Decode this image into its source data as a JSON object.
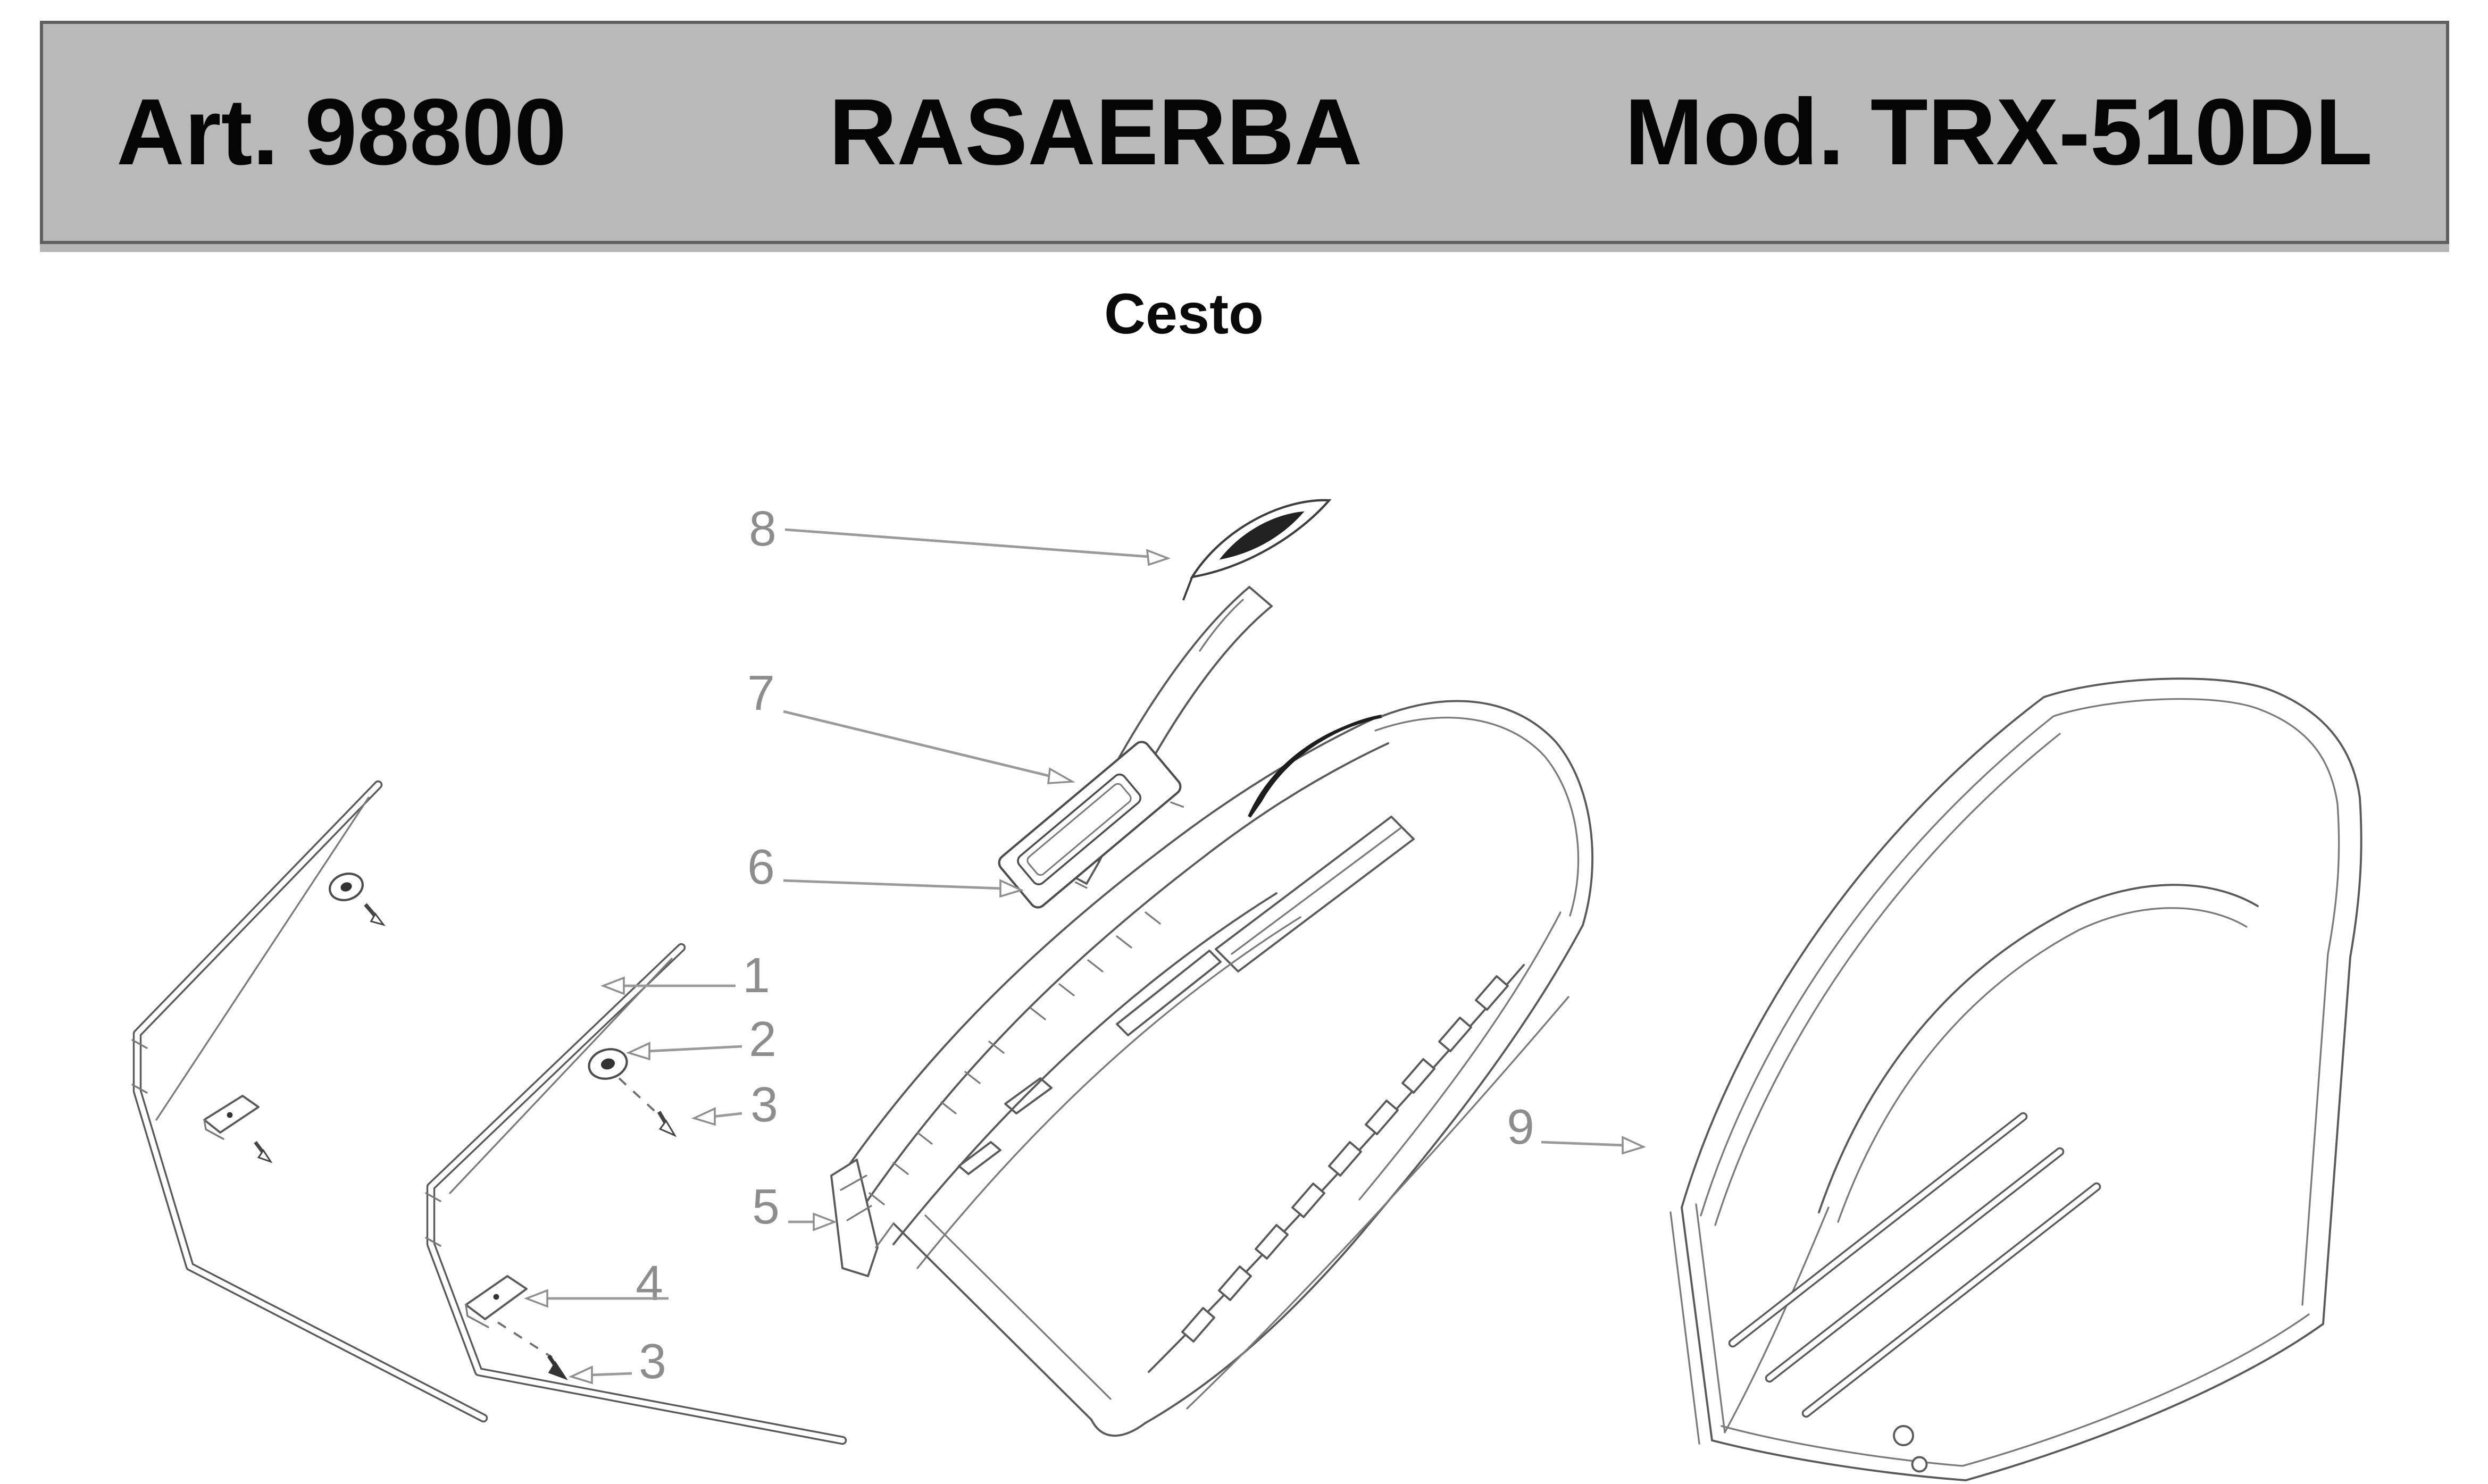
{
  "header": {
    "article": "Art. 98800",
    "product": "RASAERBA",
    "model": "Mod. TRX-510DL"
  },
  "subtitle": "Cesto",
  "callouts": [
    {
      "label": "8"
    },
    {
      "label": "7"
    },
    {
      "label": "6"
    },
    {
      "label": "1"
    },
    {
      "label": "2"
    },
    {
      "label": "3"
    },
    {
      "label": "5"
    },
    {
      "label": "4"
    },
    {
      "label": "3"
    },
    {
      "label": "9"
    }
  ],
  "colors": {
    "header_bg": "#b9b9b9",
    "header_border": "#5f5f5f",
    "line_art": "#5a5a5a",
    "callout_gray": "#8d8d8d",
    "dark_fill": "#1d1d1d"
  }
}
